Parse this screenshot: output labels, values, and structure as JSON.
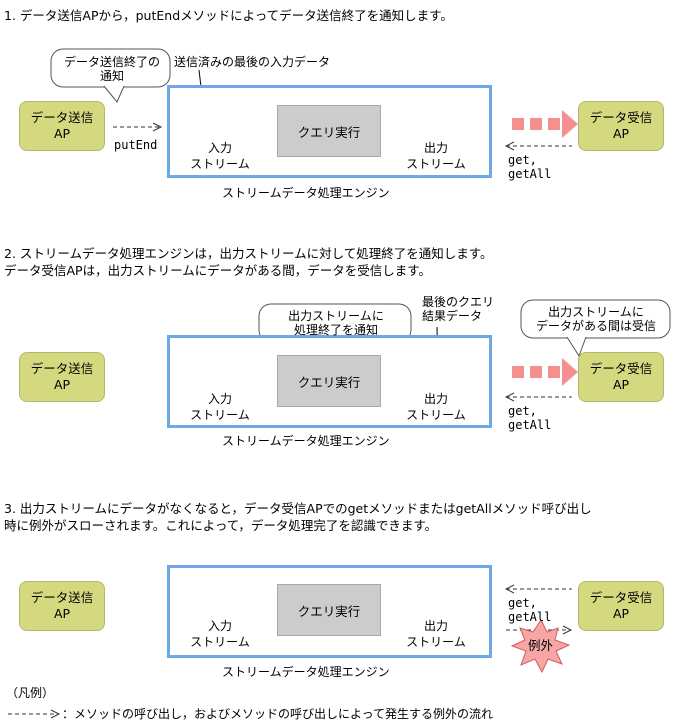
{
  "step1": {
    "text": "1.  データ送信APから，putEndメソッドによってデータ送信終了を通知します。",
    "callout_left": [
      "データ送信終了の",
      "通知"
    ],
    "annotation": "送信済みの最後の入力データ",
    "put_end": "putEnd"
  },
  "step2": {
    "line1": "2.  ストリームデータ処理エンジンは，出力ストリームに対して処理終了を通知します。",
    "line2": "    データ受信APは，出力ストリームにデータがある間，データを受信します。",
    "callout_engine": [
      "出力ストリームに",
      "処理終了を通知"
    ],
    "annotation": [
      "最後のクエリ",
      "結果データ"
    ],
    "callout_receiver": [
      "出力ストリームに",
      "データがある間は受信"
    ]
  },
  "step3": {
    "line1": "3.  出力ストリームにデータがなくなると，データ受信APでのgetメソッドまたはgetAllメソッド呼び出し",
    "line2": "    時に例外がスローされます。これによって，データ処理完了を認識できます。",
    "exception": "例外"
  },
  "common": {
    "sender": [
      "データ送信",
      "AP"
    ],
    "receiver": [
      "データ受信",
      "AP"
    ],
    "query": "クエリ実行",
    "input_stream": [
      "入力",
      "ストリーム"
    ],
    "output_stream": [
      "出力",
      "ストリーム"
    ],
    "engine": "ストリームデータ処理エンジン",
    "get": "get,",
    "get_all": "getAll"
  },
  "legend": {
    "title": "（凡例）",
    "arrow_text": "：メソッドの呼び出し，およびメソッドの呼び出しによって発生する例外の流れ"
  },
  "colors": {
    "ap_fill": "#d4d980",
    "engine_border": "#6ea9e6",
    "data_block": "#f49090",
    "query_fill": "#cccccc",
    "exception": "#f7a6a6"
  }
}
